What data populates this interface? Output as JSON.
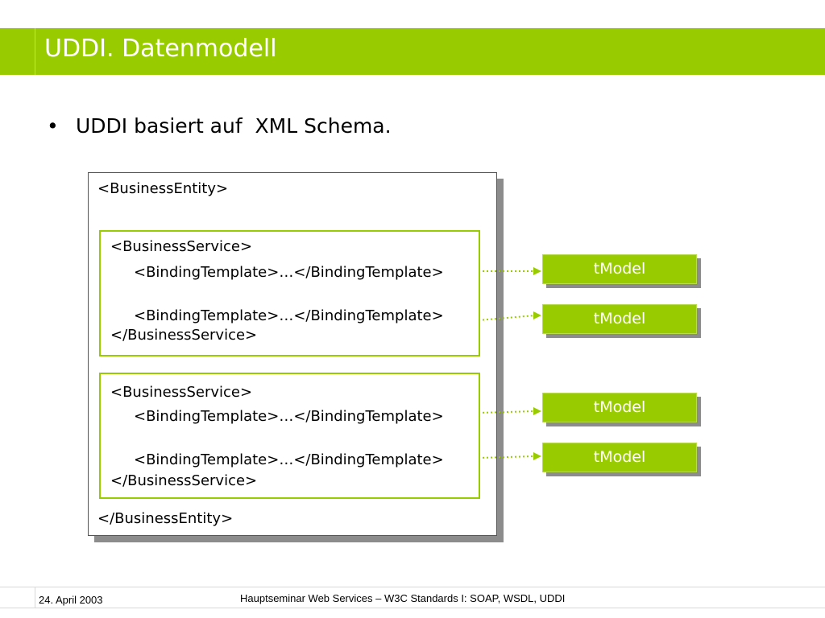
{
  "slide": {
    "title": "UDDI. Datenmodell",
    "bullet_symbol": "•",
    "bullet_text": "UDDI basiert auf  XML Schema."
  },
  "diagram": {
    "entity_open": "<BusinessEntity>",
    "entity_close": "</BusinessEntity>",
    "services": [
      {
        "open": "<BusinessService>",
        "bindings": [
          "<BindingTemplate>…</BindingTemplate>",
          "<BindingTemplate>…</BindingTemplate>"
        ],
        "close": "</BusinessService>"
      },
      {
        "open": "<BusinessService>",
        "bindings": [
          "<BindingTemplate>…</BindingTemplate>",
          "<BindingTemplate>…</BindingTemplate>"
        ],
        "close": "</BusinessService>"
      }
    ],
    "tmodels": [
      "tModel",
      "tModel",
      "tModel",
      "tModel"
    ],
    "colors": {
      "accent": "#99cc00",
      "shadow": "#8c8c8c",
      "border": "#555555"
    }
  },
  "footer": {
    "date": "24. April 2003",
    "center": "Hauptseminar Web Services – W3C Standards I: SOAP, WSDL, UDDI"
  }
}
